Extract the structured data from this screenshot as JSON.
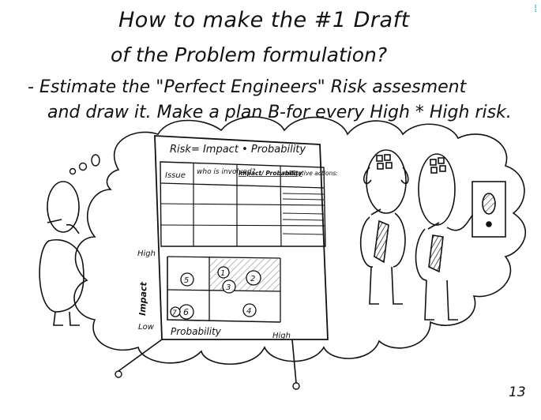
{
  "title": {
    "line1": "How to make the #1 Draft",
    "line2": "of the Problem formulation?"
  },
  "bullet": {
    "line1": "- Estimate the \"Perfect Engineers\" Risk assesment",
    "line2": "and draw it. Make a plan B-for every High * High risk."
  },
  "board": {
    "formula": "Risk= Impact • Probability",
    "columns": [
      "Issue",
      "who is involved?",
      "Impact/ Probability",
      "mitigative actions:"
    ],
    "matrix": {
      "y_axis": "Impact",
      "x_axis": "Probability",
      "high_y": "High",
      "low": "Low",
      "high_x": "High",
      "items": [
        "1",
        "2",
        "3",
        "4",
        "5",
        "6",
        "7"
      ]
    }
  },
  "thought_bubbles": "o o O",
  "page_number": "13",
  "corner_mark": "⁞"
}
